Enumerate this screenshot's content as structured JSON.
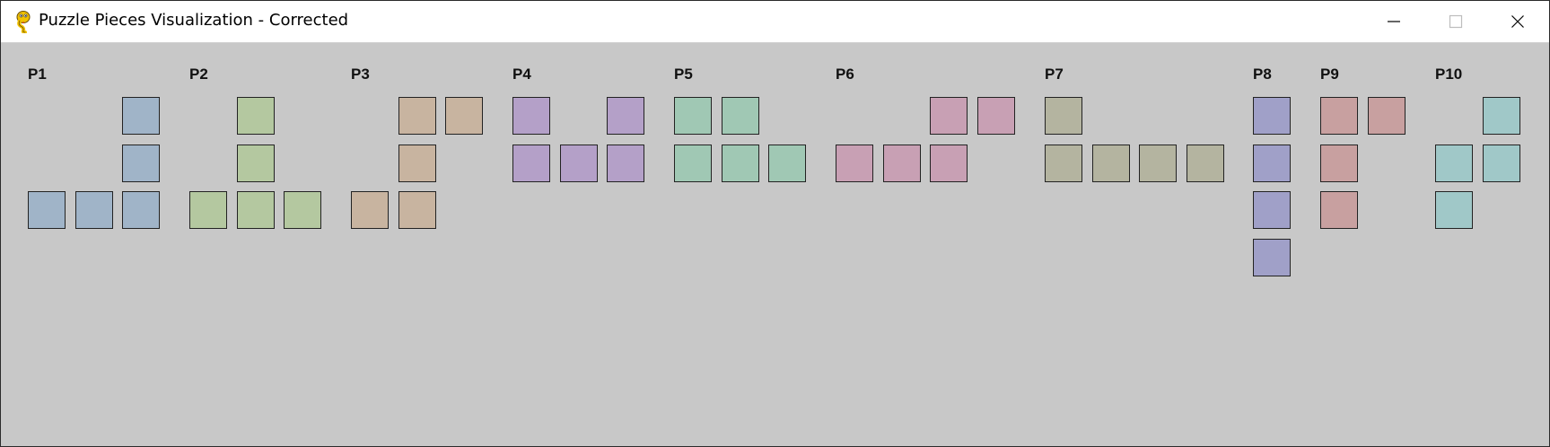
{
  "window": {
    "title": "Puzzle Pieces Visualization - Corrected",
    "app_icon": "pygame-snake-icon",
    "controls": [
      {
        "name": "minimize-button",
        "icon": "minimize-icon"
      },
      {
        "name": "maximize-button",
        "icon": "maximize-icon"
      },
      {
        "name": "close-button",
        "icon": "close-icon"
      }
    ]
  },
  "canvas": {
    "background": "#c8c8c8"
  },
  "pieces": [
    {
      "label": "P1",
      "color": "#a0b4c8",
      "cells": [
        [
          2,
          0
        ],
        [
          2,
          1
        ],
        [
          0,
          2
        ],
        [
          1,
          2
        ],
        [
          2,
          2
        ]
      ]
    },
    {
      "label": "P2",
      "color": "#b4c8a0",
      "cells": [
        [
          1,
          0
        ],
        [
          1,
          1
        ],
        [
          0,
          2
        ],
        [
          1,
          2
        ],
        [
          2,
          2
        ]
      ]
    },
    {
      "label": "P3",
      "color": "#c8b4a0",
      "cells": [
        [
          1,
          0
        ],
        [
          2,
          0
        ],
        [
          1,
          1
        ],
        [
          0,
          2
        ],
        [
          1,
          2
        ]
      ]
    },
    {
      "label": "P4",
      "color": "#b4a0c8",
      "cells": [
        [
          0,
          0
        ],
        [
          2,
          0
        ],
        [
          0,
          1
        ],
        [
          1,
          1
        ],
        [
          2,
          1
        ]
      ]
    },
    {
      "label": "P5",
      "color": "#a0c8b4",
      "cells": [
        [
          0,
          0
        ],
        [
          1,
          0
        ],
        [
          0,
          1
        ],
        [
          1,
          1
        ],
        [
          2,
          1
        ]
      ]
    },
    {
      "label": "P6",
      "color": "#c8a0b4",
      "cells": [
        [
          2,
          0
        ],
        [
          3,
          0
        ],
        [
          0,
          1
        ],
        [
          1,
          1
        ],
        [
          2,
          1
        ]
      ]
    },
    {
      "label": "P7",
      "color": "#b4b4a0",
      "cells": [
        [
          0,
          0
        ],
        [
          0,
          1
        ],
        [
          1,
          1
        ],
        [
          2,
          1
        ],
        [
          3,
          1
        ]
      ]
    },
    {
      "label": "P8",
      "color": "#a0a0c8",
      "cells": [
        [
          0,
          0
        ],
        [
          0,
          1
        ],
        [
          0,
          2
        ],
        [
          0,
          3
        ]
      ]
    },
    {
      "label": "P9",
      "color": "#c8a0a0",
      "cells": [
        [
          0,
          0
        ],
        [
          1,
          0
        ],
        [
          0,
          1
        ],
        [
          0,
          2
        ]
      ]
    },
    {
      "label": "P10",
      "color": "#a0c8c8",
      "cells": [
        [
          1,
          0
        ],
        [
          0,
          1
        ],
        [
          1,
          1
        ],
        [
          0,
          2
        ]
      ]
    }
  ]
}
